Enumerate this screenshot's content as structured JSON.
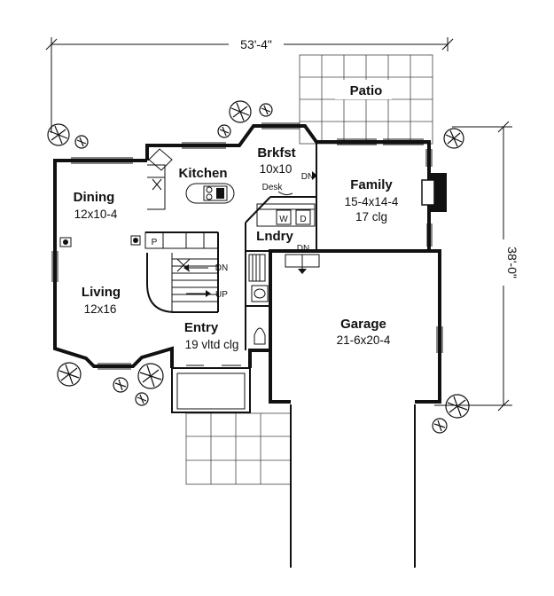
{
  "dimensions": {
    "width": "53'-4\"",
    "depth": "38'-0\""
  },
  "rooms": {
    "patio": {
      "name": "Patio"
    },
    "brkfst": {
      "name": "Brkfst",
      "size": "10x10"
    },
    "kitchen": {
      "name": "Kitchen"
    },
    "dining": {
      "name": "Dining",
      "size": "12x10-4"
    },
    "family": {
      "name": "Family",
      "size": "15-4x14-4",
      "ceiling": "17 clg"
    },
    "lndry": {
      "name": "Lndry"
    },
    "living": {
      "name": "Living",
      "size": "12x16"
    },
    "entry": {
      "name": "Entry",
      "size": "19 vltd clg"
    },
    "garage": {
      "name": "Garage",
      "size": "21-6x20-4"
    }
  },
  "fixtures": {
    "desk": "Desk",
    "washer": "W",
    "dryer": "D",
    "pantry": "P",
    "stair_down": "DN",
    "stair_up": "UP",
    "brkfst_dn": "DN",
    "garage_dn": "DN"
  }
}
